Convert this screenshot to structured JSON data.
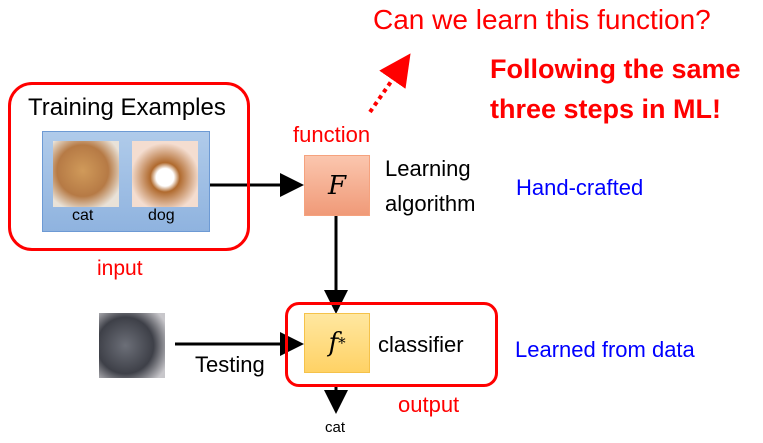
{
  "question": "Can we learn this function?",
  "following": [
    "Following the same",
    "three steps in ML!"
  ],
  "training": {
    "title": "Training Examples",
    "labels": [
      "cat",
      "dog"
    ]
  },
  "input_label": "input",
  "function_label": "function",
  "F_symbol": "F",
  "learning": [
    "Learning",
    "algorithm"
  ],
  "hand_crafted": "Hand-crafted",
  "f_symbol": "f",
  "f_sup": "*",
  "classifier": "classifier",
  "testing": "Testing",
  "output_label": "output",
  "output_value": "cat",
  "learned": "Learned from data"
}
